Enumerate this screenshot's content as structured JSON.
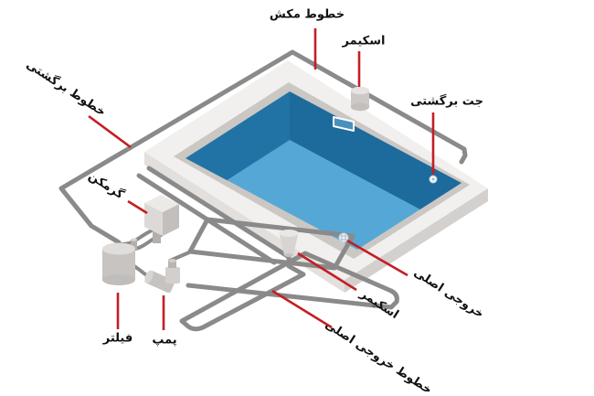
{
  "diagram": {
    "type": "pool-plumbing-schematic",
    "background": "#ffffff",
    "labels": {
      "suction_lines": "خطوط مکش",
      "skimmer_top": "اسکیمر",
      "return_lines": "خطوط برگشتی",
      "return_jet": "جت برگشتی",
      "heater": "گرمکن",
      "main_outlet": "خروجی اصلی",
      "skimmer_bottom": "اسکیمر",
      "main_outlet_lines": "خطوط خروجی اصلی",
      "filter": "فیلتر",
      "pump": "پمپ"
    },
    "colors": {
      "leader_line": "#c41e24",
      "pipe": "#8a8a8a",
      "pool_wall_left": "#2173a5",
      "pool_wall_right": "#1d6a9c",
      "pool_floor": "#55a8d5",
      "deck_top": "#f2f0ee",
      "deck_band": "#cbc7c3",
      "label_text": "#111111"
    }
  }
}
